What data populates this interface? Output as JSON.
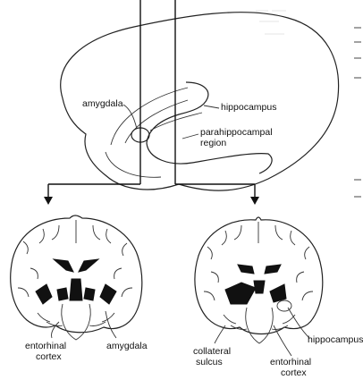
{
  "diagram": {
    "top_labels": {
      "amygdala": "amygdala",
      "hippocampus": "hippocampus",
      "parahippocampal_line1": "parahippocampal",
      "parahippocampal_line2": "region"
    },
    "left_section_labels": {
      "entorhinal_line1": "entorhinal",
      "entorhinal_line2": "cortex",
      "amygdala": "amygdala"
    },
    "right_section_labels": {
      "collateral_line1": "collateral",
      "collateral_line2": "sulcus",
      "entorhinal_line1": "entorhinal",
      "entorhinal_line2": "cortex",
      "hippocampus": "hippocampus"
    }
  }
}
